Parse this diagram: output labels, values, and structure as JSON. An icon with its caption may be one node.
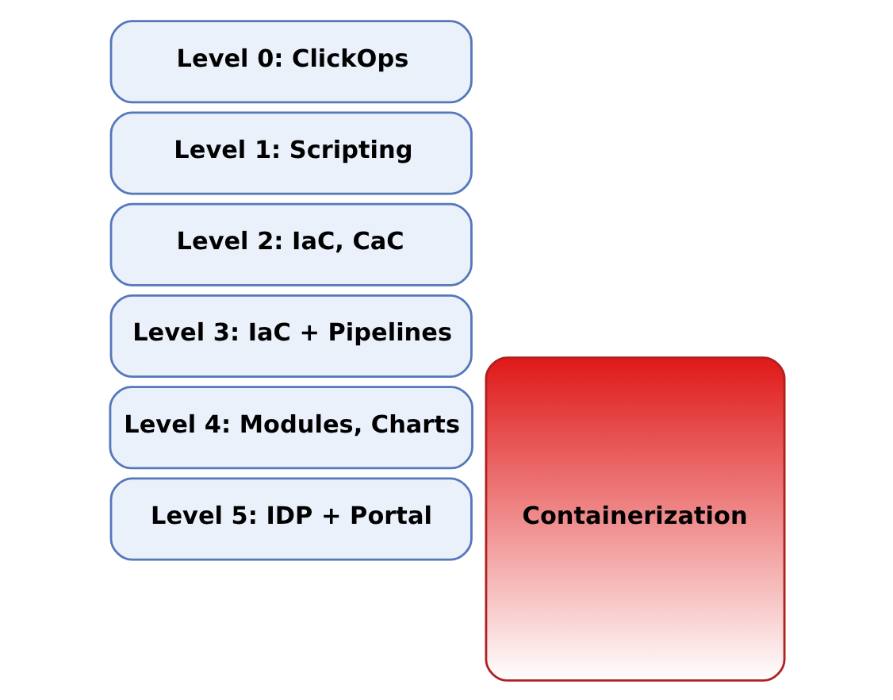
{
  "diagram": {
    "nodes": [
      {
        "text": [
          "Level 5: IDP + Portal"
        ]
      },
      {
        "text": [
          "Level 4: Modules, Charts"
        ]
      },
      {
        "text": [
          "Level 3: IaC + Pipelines"
        ]
      },
      {
        "text": [
          "Level 2: IaC, CaC"
        ]
      },
      {
        "text": [
          "Level 1: Scripting"
        ]
      },
      {
        "text": [
          "Level 0: ClickOps"
        ]
      },
      {
        "text": [
          "Containerization"
        ]
      }
    ],
    "edges": []
  }
}
